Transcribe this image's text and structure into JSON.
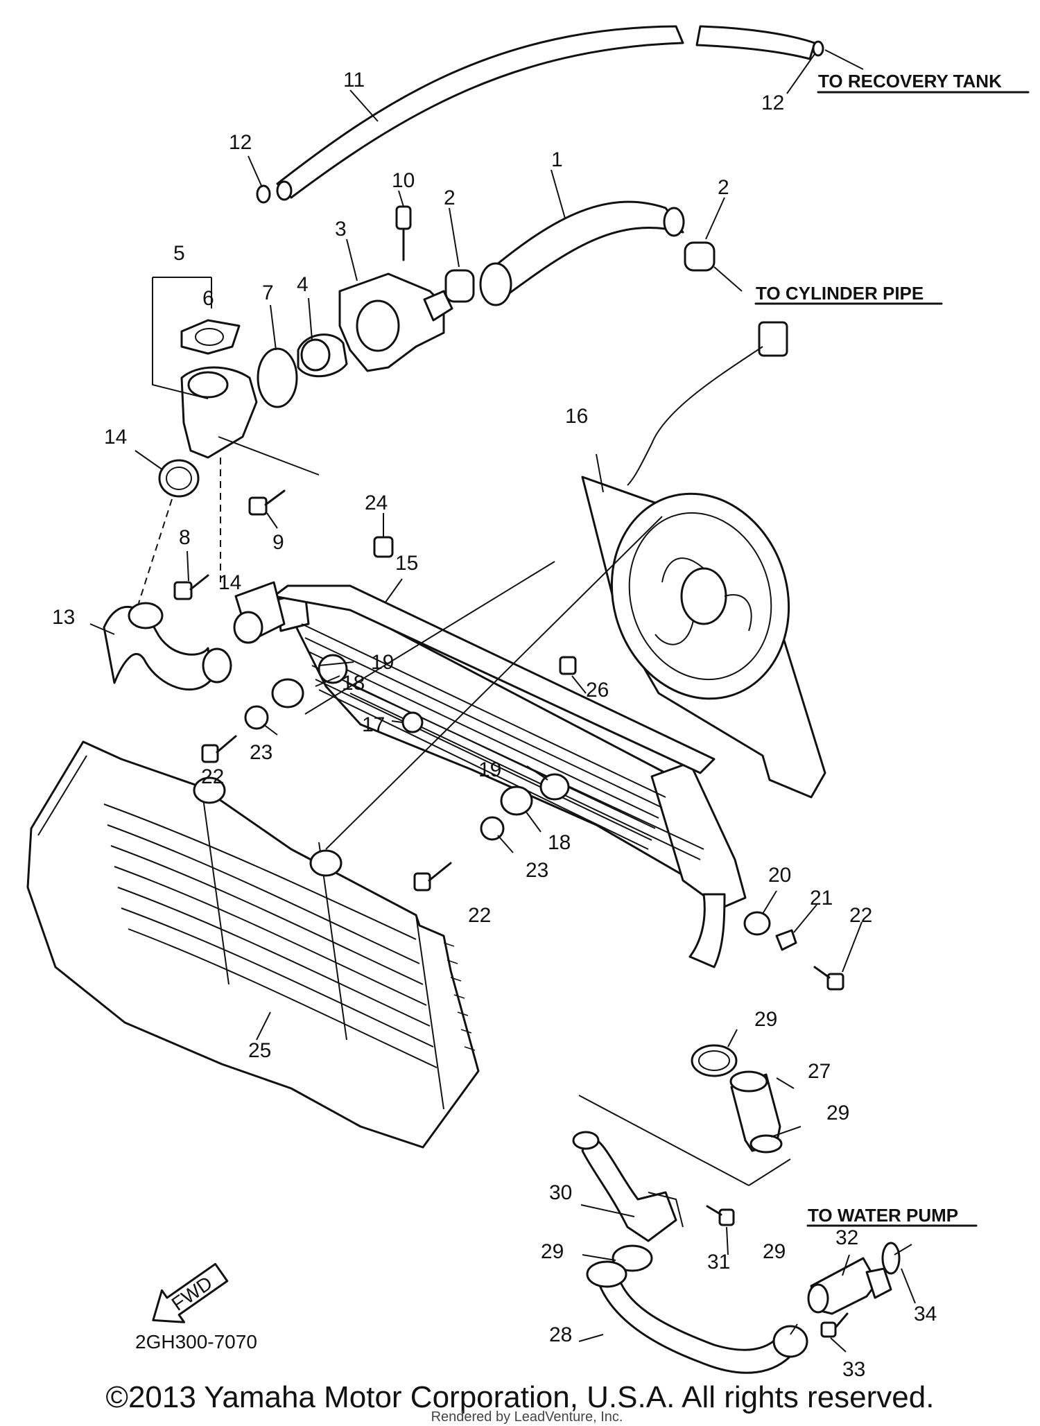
{
  "diagram": {
    "code": "2GH300-7070",
    "fwd_label": "FWD",
    "destinations": {
      "recovery_tank": "TO RECOVERY TANK",
      "cylinder_pipe": "TO CYLINDER PIPE",
      "water_pump": "TO WATER PUMP"
    },
    "callouts": [
      "1",
      "2",
      "2",
      "3",
      "4",
      "5",
      "6",
      "7",
      "8",
      "9",
      "10",
      "11",
      "12",
      "12",
      "13",
      "14",
      "14",
      "15",
      "16",
      "17",
      "18",
      "18",
      "19",
      "19",
      "20",
      "21",
      "22",
      "22",
      "22",
      "23",
      "23",
      "24",
      "25",
      "26",
      "27",
      "28",
      "29",
      "29",
      "29",
      "29",
      "30",
      "31",
      "32",
      "33",
      "34"
    ]
  },
  "footer": {
    "copyright": "©2013 Yamaha Motor Corporation, U.S.A. All rights reserved.",
    "credit": "Rendered by LeadVenture, Inc."
  }
}
